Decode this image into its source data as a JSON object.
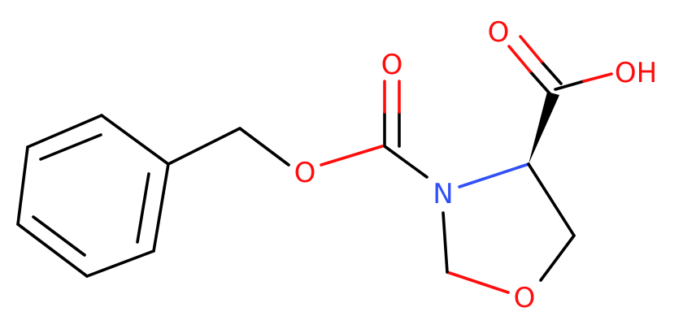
{
  "molecule": {
    "colors": {
      "carbon_bond": "#000000",
      "oxygen": "#ff0d0d",
      "nitrogen": "#3050f8",
      "background": "#ffffff"
    },
    "atoms": {
      "o_ester": {
        "label": "O",
        "element": "O"
      },
      "o_carbamate_carbonyl": {
        "label": "O",
        "element": "O"
      },
      "n_ring": {
        "label": "N",
        "element": "N"
      },
      "o_ring": {
        "label": "O",
        "element": "O"
      },
      "o_acid_carbonyl": {
        "label": "O",
        "element": "O"
      },
      "oh_acid": {
        "label": "OH",
        "element": "O"
      }
    },
    "stereo": {
      "c4_to_carboxyl": "wedge"
    }
  }
}
